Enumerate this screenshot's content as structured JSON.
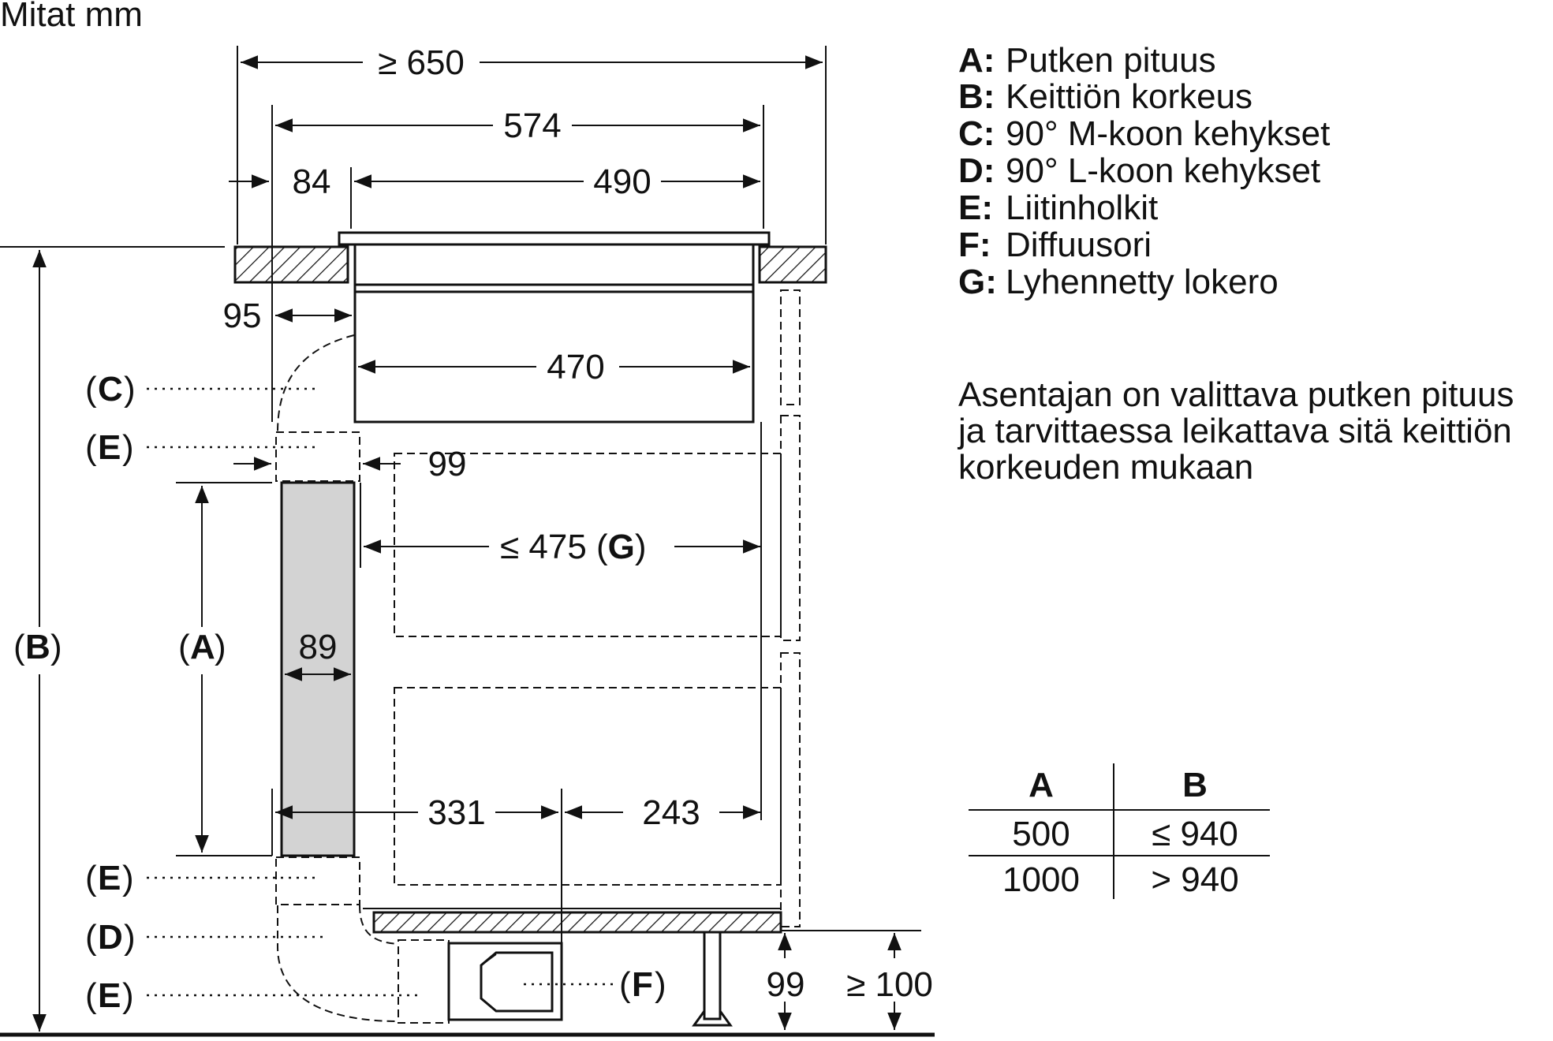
{
  "units_label": "Mitat mm",
  "dimensions": {
    "d650": "≥ 650",
    "d574": "574",
    "d84": "84",
    "d490": "490",
    "d95": "95",
    "d470": "470",
    "d99_top": "99",
    "d475_prefix": "≤ 475 (",
    "d475_letter": "G",
    "d475_suffix": ")",
    "d89": "89",
    "d331": "331",
    "d243": "243",
    "d99_bottom": "99",
    "d100": "≥ 100"
  },
  "callouts": {
    "b": "B",
    "a": "A",
    "c": "C",
    "e1": "E",
    "e2": "E",
    "d": "D",
    "e3": "E",
    "f": "F"
  },
  "legend": [
    {
      "key": "A:",
      "text": "Putken pituus"
    },
    {
      "key": "B:",
      "text": "Keittiön korkeus"
    },
    {
      "key": "C:",
      "text": "90° M-koon kehykset"
    },
    {
      "key": "D:",
      "text": "90° L-koon kehykset"
    },
    {
      "key": "E:",
      "text": "Liitinholkit"
    },
    {
      "key": "F:",
      "text": "Diffuusori"
    },
    {
      "key": "G:",
      "text": "Lyhennetty lokero"
    }
  ],
  "note": [
    "Asentajan on valittava putken pituus",
    "ja tarvittaessa leikattava sitä keittiön",
    "korkeuden mukaan"
  ],
  "table": {
    "headers": [
      "A",
      "B"
    ],
    "rows": [
      [
        "500",
        "≤ 940"
      ],
      [
        "1000",
        "> 940"
      ]
    ]
  }
}
